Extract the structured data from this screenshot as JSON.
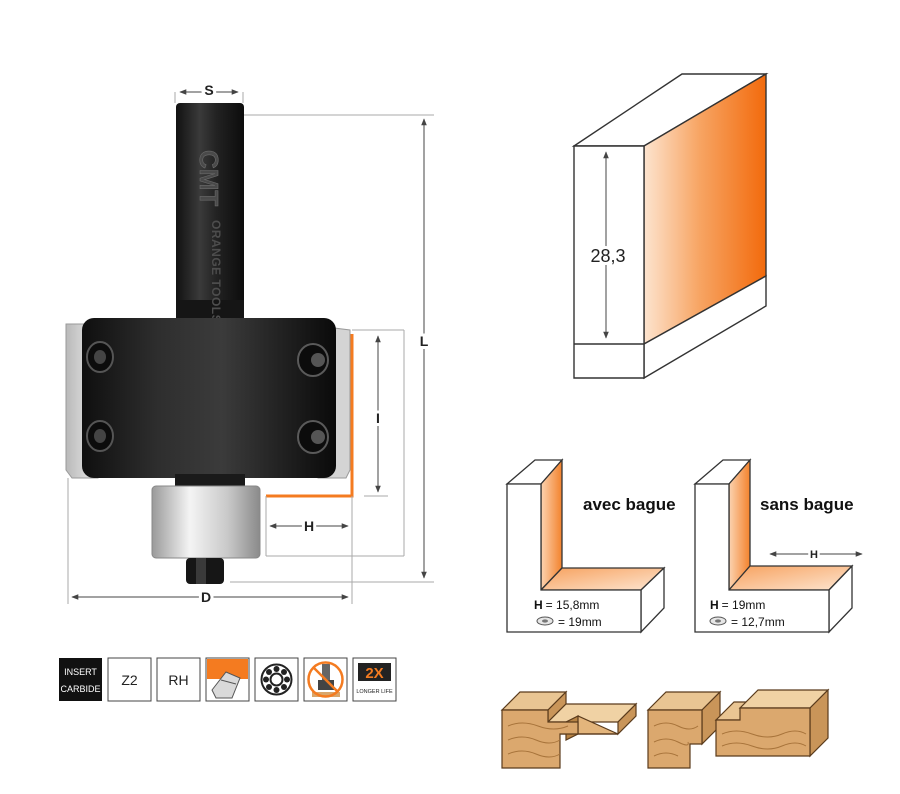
{
  "tool": {
    "brand_logo": "CMT",
    "brand_text": "ORANGE TOOLS",
    "dim_s": "S",
    "dim_l": "L",
    "dim_i": "I",
    "dim_h": "H",
    "dim_d": "D"
  },
  "block": {
    "height_label": "28,3"
  },
  "profiles": [
    {
      "title": "avec bague",
      "h_label": "H",
      "h_value": "= 15,8mm",
      "bearing_value": "= 19mm"
    },
    {
      "title": "sans bague",
      "dim_label": "H",
      "h_label": "H",
      "h_value": "= 19mm",
      "bearing_value": "= 12,7mm"
    }
  ],
  "badges": {
    "insert_line1": "INSERT",
    "insert_line2": "CARBIDE",
    "z2": "Z2",
    "rh": "RH",
    "bearing_icon": "ball-bearing-icon",
    "no_plunge_icon": "no-plunge-icon",
    "longer_life_big": "2X",
    "longer_life_small": "LONGER LIFE"
  },
  "colors": {
    "orange": "#f47b20",
    "tool_black": "#1d1d1d",
    "wood": "#d9a66b"
  }
}
